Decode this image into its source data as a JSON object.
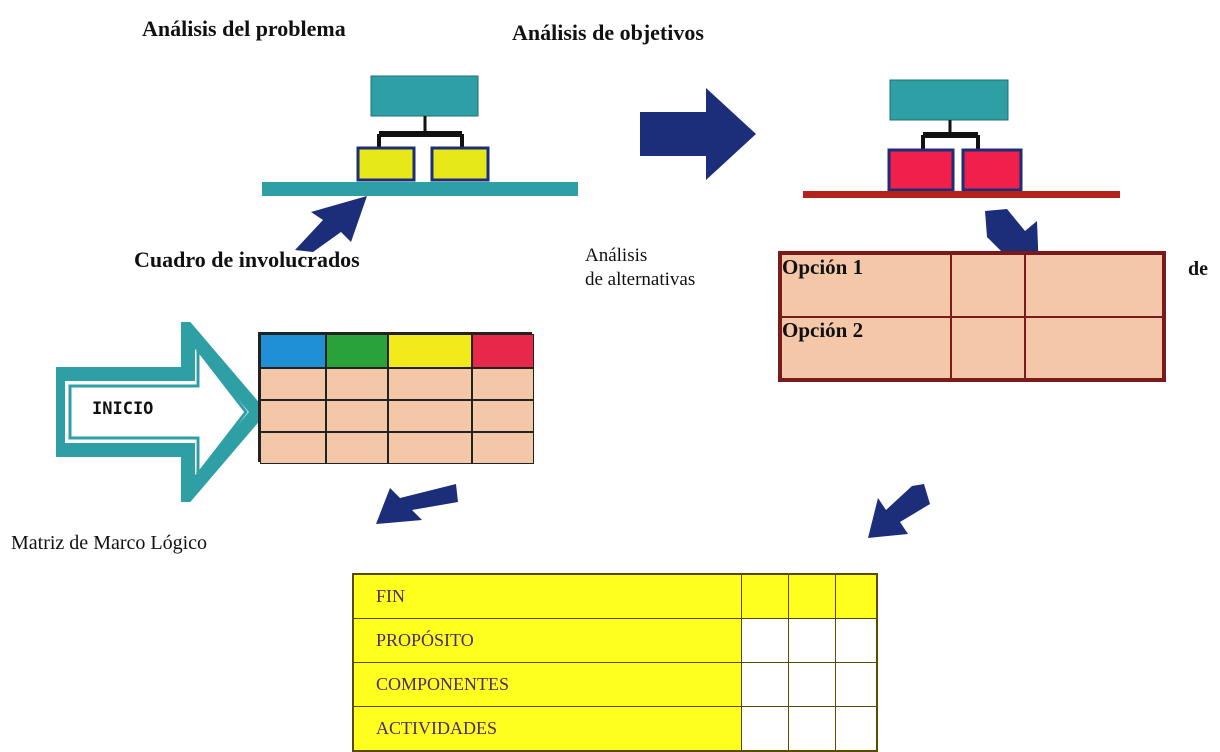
{
  "labels": {
    "problem_analysis": "Análisis del problema",
    "objectives_analysis": "Análisis de objetivos",
    "stakeholders": "Cuadro de involucrados",
    "alternatives_line1": "Análisis",
    "alternatives_line2": "de alternativas",
    "cutoff_de": "de",
    "start": "INICIO",
    "logframe": "Matriz de Marco Lógico"
  },
  "options_table": {
    "rows": [
      "Opción 1",
      "Opción 2"
    ]
  },
  "stakeholder_table": {
    "header_colors": [
      "#1f8fd6",
      "#2aa23a",
      "#f2ea1a",
      "#e8284a"
    ],
    "body_rows": 3
  },
  "logframe_table": {
    "rows": [
      "FIN",
      "PROPÓSITO",
      "COMPONENTES",
      "ACTIVIDADES"
    ]
  },
  "colors": {
    "arrow_blue": "#1c2d7a",
    "teal": "#2f9fa6",
    "yellow": "#ffff1e",
    "pink_cell": "#f4c7a8",
    "maroon": "#7a1a1a",
    "red_box": "#f0204a"
  }
}
